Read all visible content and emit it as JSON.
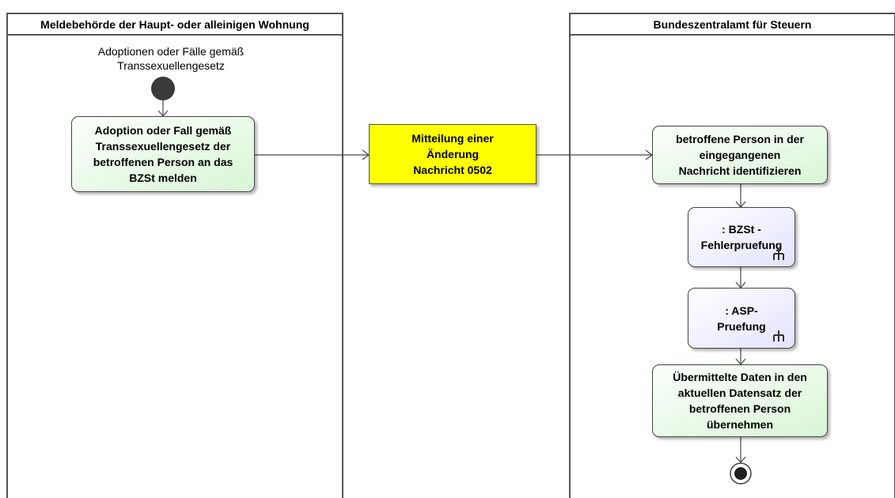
{
  "lanes": {
    "left": {
      "title": "Meldebehörde der Haupt- oder alleinigen Wohnung"
    },
    "right": {
      "title": "Bundeszentralamt für Steuern"
    }
  },
  "start": {
    "label": "Adoptionen oder Fälle gemäß\nTranssexuellengesetz"
  },
  "actions": {
    "report": "Adoption oder Fall gemäß\nTranssexuellengesetz der\nbetroffenen Person an das\nBZSt melden",
    "message": "Mitteilung einer\nÄnderung\nNachricht 0502",
    "identify": "betroffene Person in der\neingegangenen\nNachricht identifizieren",
    "check1": ": BZSt -\nFehlerpruefung",
    "check2": ": ASP-\nPruefung",
    "apply": "Übermittelte Daten in den\naktuellen Datensatz der\nbetroffenen Person\nübernehmen"
  },
  "colors": {
    "action_fill": "#d9f5d6",
    "call_fill": "#e2e2ff",
    "object_fill": "#ffff00",
    "lane_border": "#555555"
  }
}
